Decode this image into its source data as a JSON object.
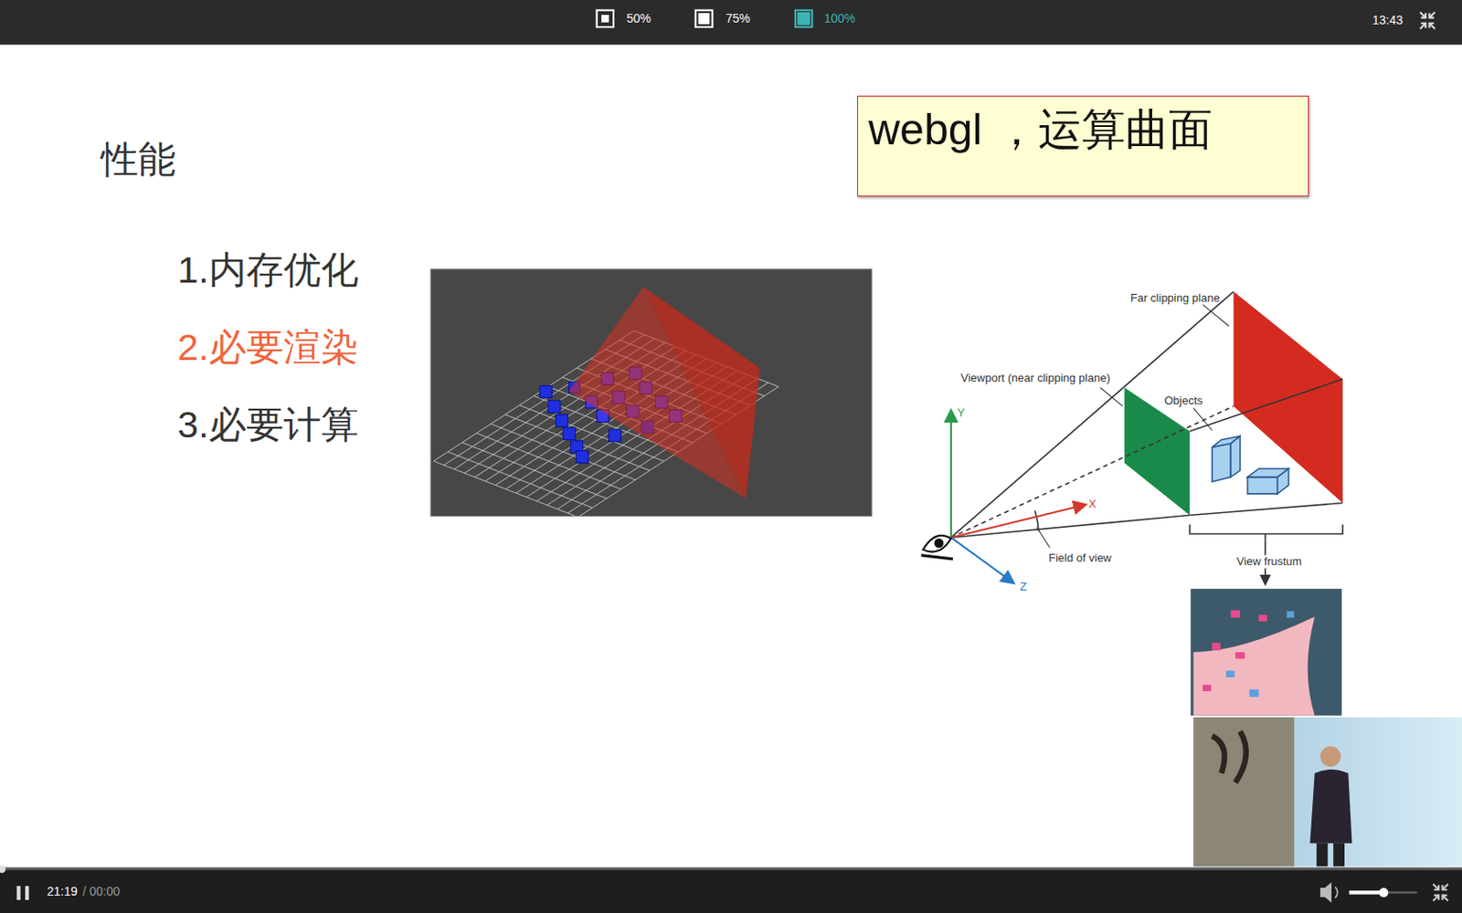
{
  "diagram": {
    "title": "性能",
    "nodes": [
      {
        "text": [
          "webgl ，运算曲面"
        ]
      }
    ],
    "labels": [
      "50%",
      "75%",
      "100%",
      "13:43",
      "1.内存优化",
      "2.必要渲染",
      "3.必要计算",
      "Far clipping plane",
      "Viewport (near clipping plane)",
      "Objects",
      "Y",
      "X",
      "Z",
      "Field of view",
      "View frustum",
      "21:19",
      "/ 00:00"
    ]
  }
}
